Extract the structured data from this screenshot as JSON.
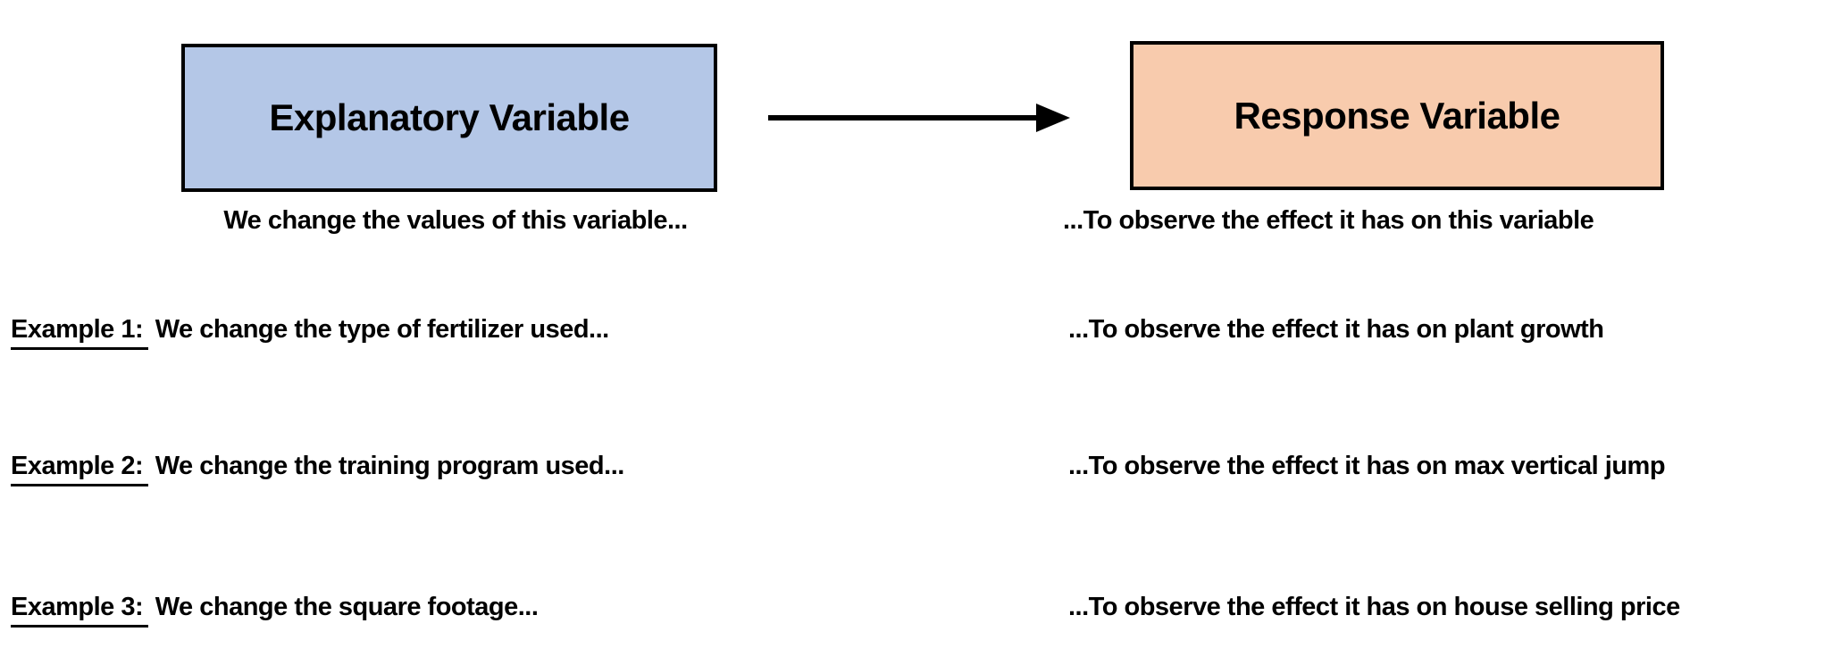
{
  "diagram": {
    "boxes": {
      "explanatory": {
        "label": "Explanatory Variable",
        "fill": "#b4c7e7"
      },
      "response": {
        "label": "Response Variable",
        "fill": "#f8cbad"
      }
    },
    "captions": {
      "left": "We change the values of this variable...",
      "right": "...To observe the effect it has on this variable"
    },
    "examples": [
      {
        "label": "Example 1:",
        "left": "We change the type of fertilizer used...",
        "right": "...To observe the effect it has on plant growth"
      },
      {
        "label": "Example 2:",
        "left": "We change the training program used...",
        "right": "...To observe the effect it has on max vertical jump"
      },
      {
        "label": "Example 3:",
        "left": "We change the square footage...",
        "right": "...To observe the effect it has on house selling price"
      }
    ],
    "colors": {
      "background": "#ffffff",
      "border": "#000000",
      "arrow": "#000000",
      "text": "#000000"
    }
  }
}
